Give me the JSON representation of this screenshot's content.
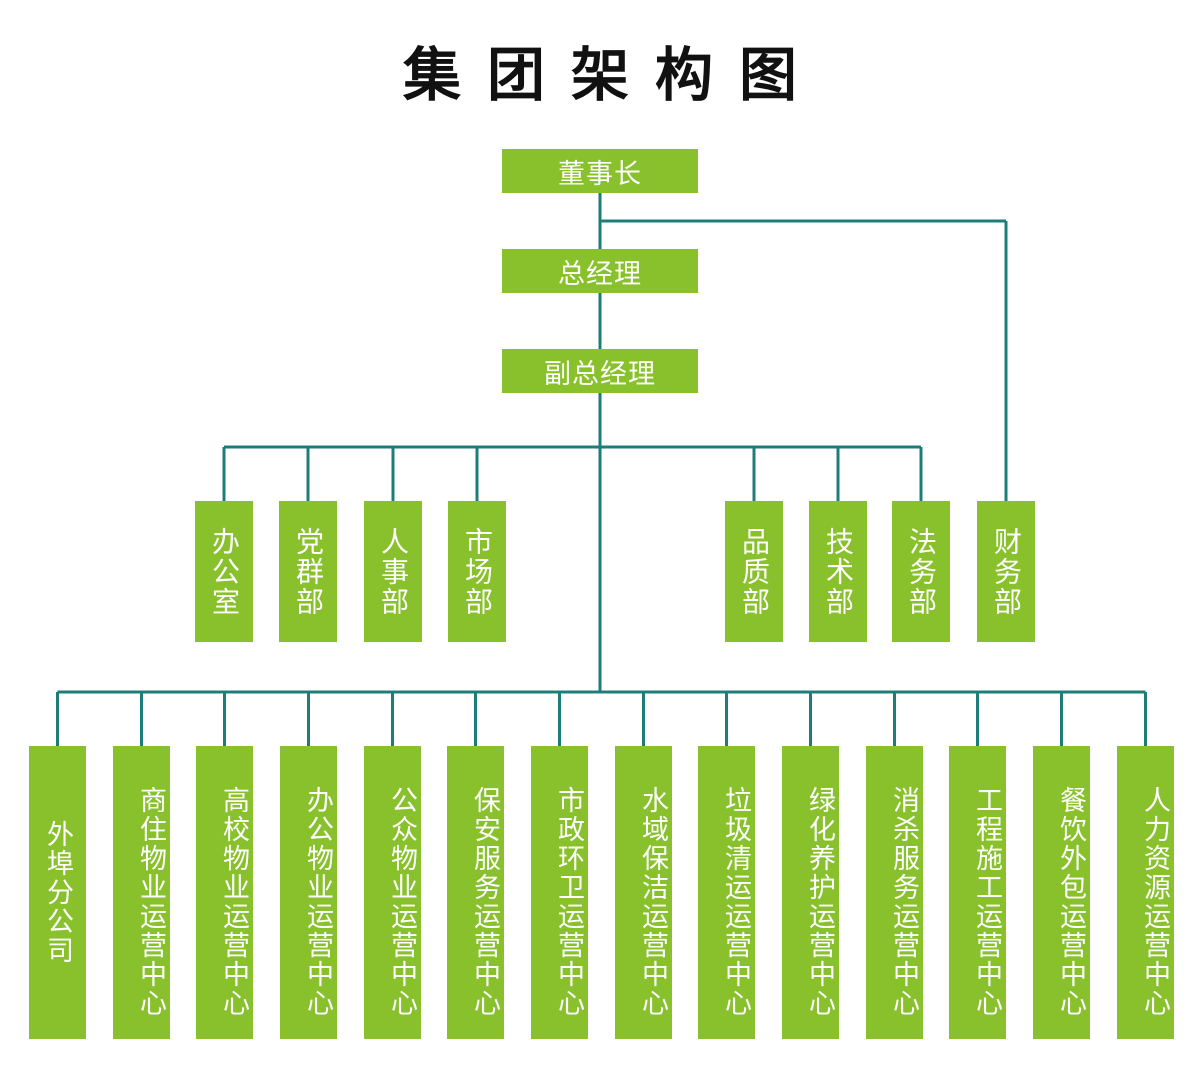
{
  "title": "集团架构图",
  "colors": {
    "box": "#88c12c",
    "line": "#1f7d79",
    "text": "#ffffff",
    "title": "#111111"
  },
  "top": [
    "董事长",
    "总经理",
    "副总经理"
  ],
  "departments_left": [
    "办公室",
    "党群部",
    "人事部",
    "市场部"
  ],
  "departments_right": [
    "品质部",
    "技术部",
    "法务部"
  ],
  "finance": "财务部",
  "centers": [
    "外埠分公司",
    "商住物业运营中心",
    "高校物业运营中心",
    "办公物业运营中心",
    "公众物业运营中心",
    "保安服务运营中心",
    "市政环卫运营中心",
    "水域保洁运营中心",
    "垃圾清运运营中心",
    "绿化养护运营中心",
    "消杀服务运营中心",
    "工程施工运营中心",
    "餐饮外包运营中心",
    "人力资源运营中心"
  ]
}
